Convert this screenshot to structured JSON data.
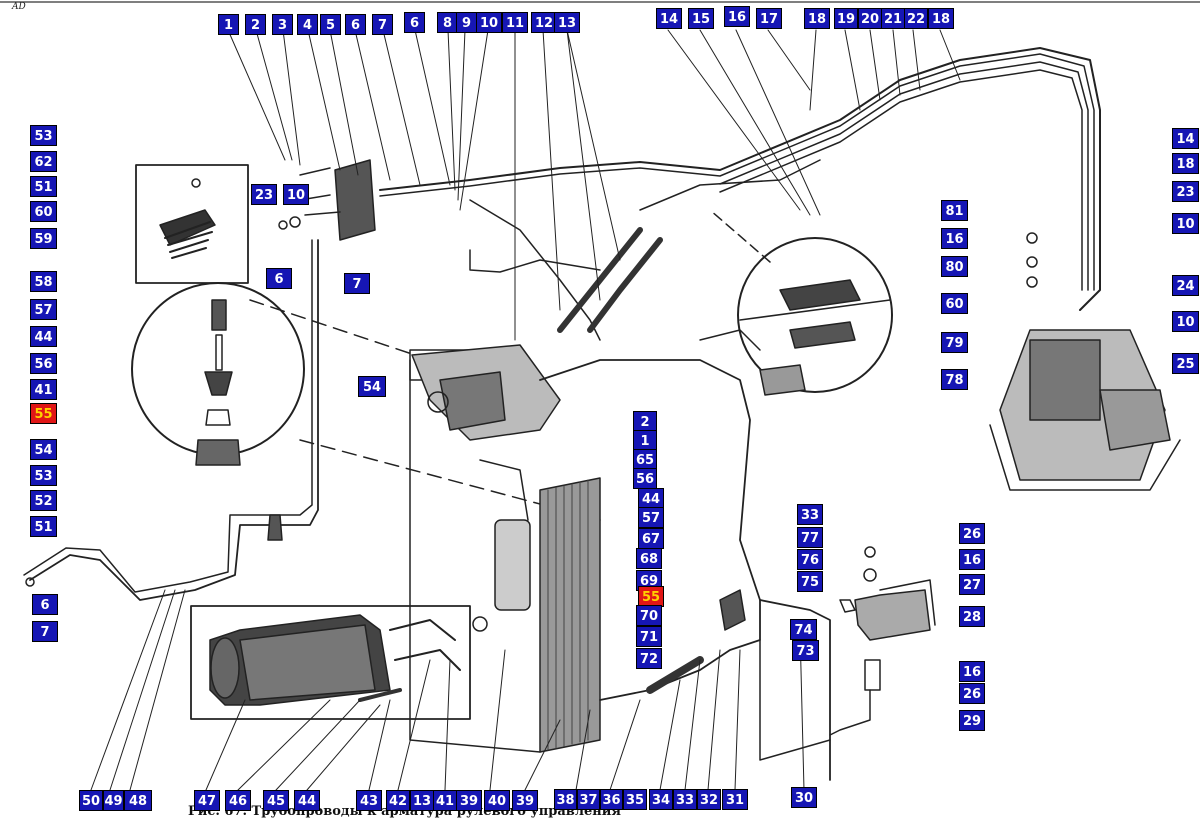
{
  "corner_mark": "AD",
  "caption": "Рис. 67. Трубопроводы к арматура рулевого управления",
  "accent_color": "#1616b4",
  "highlight_color": "#e01616",
  "highlight_text_color": "#ffd200",
  "callouts": [
    {
      "label": "1",
      "highlighted": false
    },
    {
      "label": "2",
      "highlighted": false
    },
    {
      "label": "3",
      "highlighted": false
    },
    {
      "label": "4",
      "highlighted": false
    },
    {
      "label": "5",
      "highlighted": false
    },
    {
      "label": "6",
      "highlighted": false
    },
    {
      "label": "7",
      "highlighted": false
    },
    {
      "label": "6",
      "highlighted": false
    },
    {
      "label": "8",
      "highlighted": false
    },
    {
      "label": "9",
      "highlighted": false
    },
    {
      "label": "10",
      "highlighted": false
    },
    {
      "label": "11",
      "highlighted": false
    },
    {
      "label": "12",
      "highlighted": false
    },
    {
      "label": "13",
      "highlighted": false
    },
    {
      "label": "14",
      "highlighted": false
    },
    {
      "label": "15",
      "highlighted": false
    },
    {
      "label": "16",
      "highlighted": false
    },
    {
      "label": "17",
      "highlighted": false
    },
    {
      "label": "18",
      "highlighted": false
    },
    {
      "label": "19",
      "highlighted": false
    },
    {
      "label": "20",
      "highlighted": false
    },
    {
      "label": "21",
      "highlighted": false
    },
    {
      "label": "22",
      "highlighted": false
    },
    {
      "label": "18",
      "highlighted": false
    },
    {
      "label": "53",
      "highlighted": false
    },
    {
      "label": "62",
      "highlighted": false
    },
    {
      "label": "51",
      "highlighted": false
    },
    {
      "label": "60",
      "highlighted": false
    },
    {
      "label": "59",
      "highlighted": false
    },
    {
      "label": "23",
      "highlighted": false
    },
    {
      "label": "10",
      "highlighted": false
    },
    {
      "label": "6",
      "highlighted": false
    },
    {
      "label": "7",
      "highlighted": false
    },
    {
      "label": "58",
      "highlighted": false
    },
    {
      "label": "57",
      "highlighted": false
    },
    {
      "label": "44",
      "highlighted": false
    },
    {
      "label": "56",
      "highlighted": false
    },
    {
      "label": "41",
      "highlighted": false
    },
    {
      "label": "55",
      "highlighted": true
    },
    {
      "label": "54",
      "highlighted": false
    },
    {
      "label": "53",
      "highlighted": false
    },
    {
      "label": "52",
      "highlighted": false
    },
    {
      "label": "51",
      "highlighted": false
    },
    {
      "label": "6",
      "highlighted": false
    },
    {
      "label": "7",
      "highlighted": false
    },
    {
      "label": "54",
      "highlighted": false
    },
    {
      "label": "2",
      "highlighted": false
    },
    {
      "label": "1",
      "highlighted": false
    },
    {
      "label": "65",
      "highlighted": false
    },
    {
      "label": "56",
      "highlighted": false
    },
    {
      "label": "44",
      "highlighted": false
    },
    {
      "label": "57",
      "highlighted": false
    },
    {
      "label": "67",
      "highlighted": false
    },
    {
      "label": "68",
      "highlighted": false
    },
    {
      "label": "69",
      "highlighted": false
    },
    {
      "label": "55",
      "highlighted": true
    },
    {
      "label": "70",
      "highlighted": false
    },
    {
      "label": "71",
      "highlighted": false
    },
    {
      "label": "72",
      "highlighted": false
    },
    {
      "label": "81",
      "highlighted": false
    },
    {
      "label": "16",
      "highlighted": false
    },
    {
      "label": "80",
      "highlighted": false
    },
    {
      "label": "60",
      "highlighted": false
    },
    {
      "label": "79",
      "highlighted": false
    },
    {
      "label": "78",
      "highlighted": false
    },
    {
      "label": "14",
      "highlighted": false
    },
    {
      "label": "18",
      "highlighted": false
    },
    {
      "label": "23",
      "highlighted": false
    },
    {
      "label": "10",
      "highlighted": false
    },
    {
      "label": "24",
      "highlighted": false
    },
    {
      "label": "10",
      "highlighted": false
    },
    {
      "label": "25",
      "highlighted": false
    },
    {
      "label": "33",
      "highlighted": false
    },
    {
      "label": "77",
      "highlighted": false
    },
    {
      "label": "76",
      "highlighted": false
    },
    {
      "label": "75",
      "highlighted": false
    },
    {
      "label": "74",
      "highlighted": false
    },
    {
      "label": "73",
      "highlighted": false
    },
    {
      "label": "26",
      "highlighted": false
    },
    {
      "label": "16",
      "highlighted": false
    },
    {
      "label": "27",
      "highlighted": false
    },
    {
      "label": "28",
      "highlighted": false
    },
    {
      "label": "16",
      "highlighted": false
    },
    {
      "label": "26",
      "highlighted": false
    },
    {
      "label": "29",
      "highlighted": false
    },
    {
      "label": "50",
      "highlighted": false
    },
    {
      "label": "49",
      "highlighted": false
    },
    {
      "label": "48",
      "highlighted": false
    },
    {
      "label": "47",
      "highlighted": false
    },
    {
      "label": "46",
      "highlighted": false
    },
    {
      "label": "45",
      "highlighted": false
    },
    {
      "label": "44",
      "highlighted": false
    },
    {
      "label": "43",
      "highlighted": false
    },
    {
      "label": "42",
      "highlighted": false
    },
    {
      "label": "13",
      "highlighted": false
    },
    {
      "label": "41",
      "highlighted": false
    },
    {
      "label": "39",
      "highlighted": false
    },
    {
      "label": "40",
      "highlighted": false
    },
    {
      "label": "39",
      "highlighted": false
    },
    {
      "label": "38",
      "highlighted": false
    },
    {
      "label": "37",
      "highlighted": false
    },
    {
      "label": "36",
      "highlighted": false
    },
    {
      "label": "35",
      "highlighted": false
    },
    {
      "label": "34",
      "highlighted": false
    },
    {
      "label": "33",
      "highlighted": false
    },
    {
      "label": "32",
      "highlighted": false
    },
    {
      "label": "31",
      "highlighted": false
    },
    {
      "label": "30",
      "highlighted": false
    }
  ]
}
